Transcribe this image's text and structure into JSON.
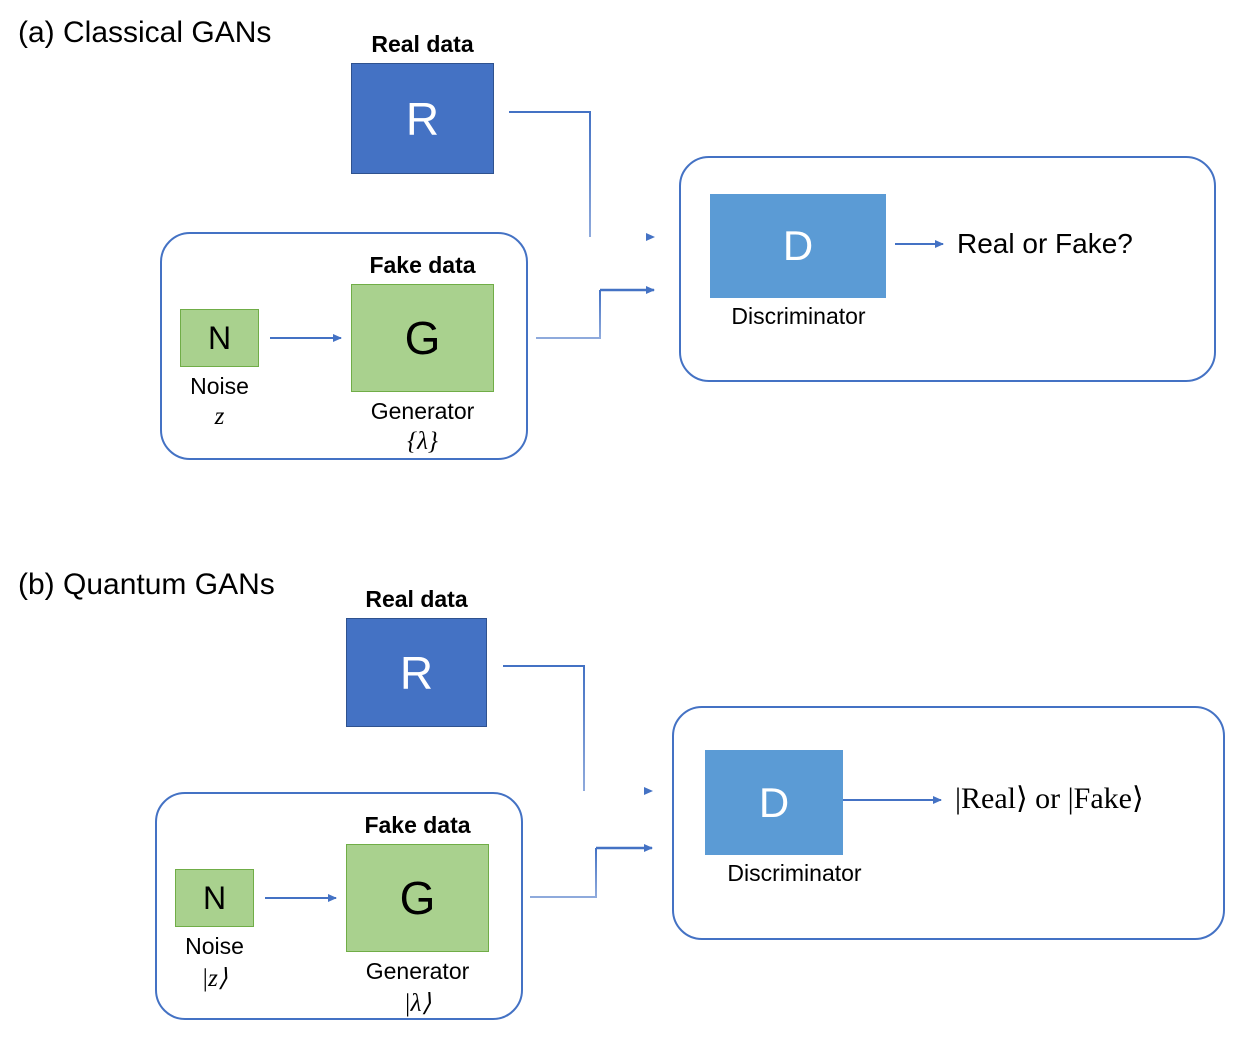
{
  "figure": {
    "panels": [
      {
        "id": "classical",
        "title": "(a) Classical GANs",
        "real": {
          "caption": "Real data",
          "block_label": "R"
        },
        "generator_group": {
          "noise": {
            "block_label": "N",
            "caption": "Noise",
            "symbol": "z"
          },
          "fake": {
            "caption": "Fake data",
            "block_label": "G",
            "sub_caption": "Generator",
            "symbol": "{λ}"
          }
        },
        "discriminator_group": {
          "block_label": "D",
          "caption": "Discriminator",
          "output": "Real or Fake?"
        }
      },
      {
        "id": "quantum",
        "title": "(b) Quantum GANs",
        "real": {
          "caption": "Real data",
          "block_label": "R"
        },
        "generator_group": {
          "noise": {
            "block_label": "N",
            "caption": "Noise",
            "symbol": "|z⟩"
          },
          "fake": {
            "caption": "Fake data",
            "block_label": "G",
            "sub_caption": "Generator",
            "symbol": "|λ⟩"
          }
        },
        "discriminator_group": {
          "block_label": "D",
          "caption": "Discriminator",
          "output": "|Real⟩ or |Fake⟩"
        }
      }
    ],
    "colors": {
      "real_block": "#4472C4",
      "real_block_border": "#2F528F",
      "discriminator_block": "#5B9BD5",
      "generator_block": "#A9D18E",
      "generator_block_border": "#70AD47",
      "group_border": "#4472C4",
      "connector": "#4472C4",
      "connector_light": "#8FAADC",
      "background": "#FFFFFF",
      "text": "#000000"
    }
  }
}
